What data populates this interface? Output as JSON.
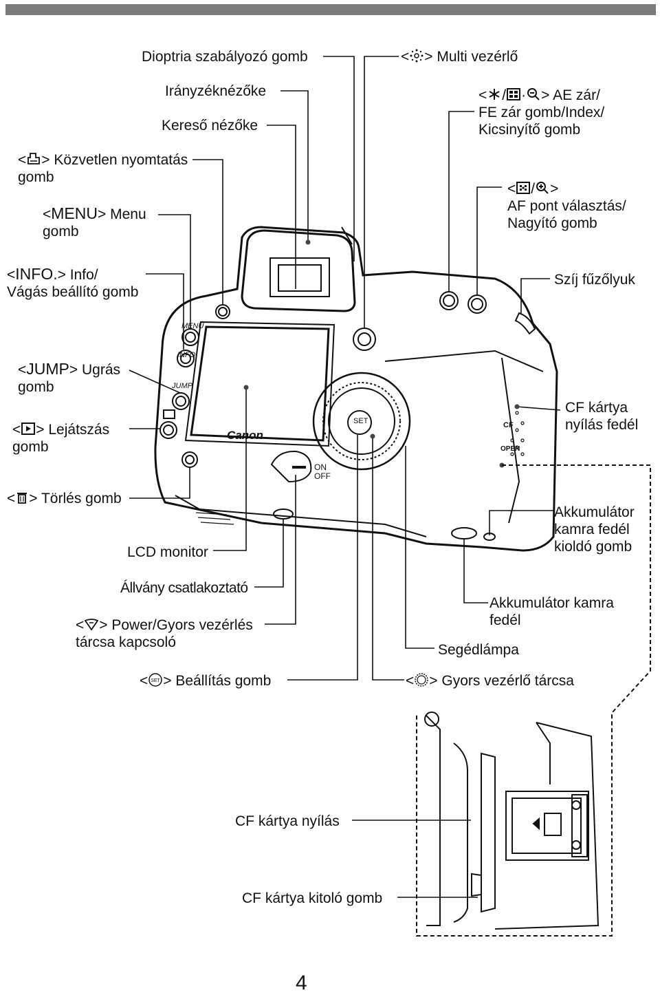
{
  "labels": {
    "dioptria": "Dioptria szabályozó gomb",
    "multi": "Multi vezérlő",
    "iranyzek": "Irányzéknézőke",
    "ae_l1": "AE zár/",
    "ae_l2": "FE zár gomb/Index/",
    "ae_l3": "Kicsinyítő gomb",
    "kereso": "Kereső nézőke",
    "kozvetlen_l1": "Közvetlen nyomtatás",
    "kozvetlen_l2": "gomb",
    "af_l2": "AF pont választás/",
    "af_l3": "Nagyító gomb",
    "menu_word": "MENU",
    "menu_l1": "Menu",
    "menu_l2": "gomb",
    "info_word": "INFO.",
    "info_l1": "Info/",
    "info_l2": "Vágás beállító gomb",
    "szij": "Szíj fűzőlyuk",
    "jump_word": "JUMP",
    "jump_l1": "Ugrás",
    "jump_l2": "gomb",
    "lejatszas_l1": "Lejátszás",
    "lejatszas_l2": "gomb",
    "cf_fedel_l1": "CF kártya",
    "cf_fedel_l2": "nyílás fedél",
    "torles": "Törlés gomb",
    "akku_kiold_l1": "Akkumulátor",
    "akku_kiold_l2": "kamra fedél",
    "akku_kiold_l3": "kioldó gomb",
    "lcd": "LCD monitor",
    "allvany": "Állvány csatlakoztató",
    "akku_fedel_l1": "Akkumulátor kamra",
    "akku_fedel_l2": "fedél",
    "power_l1": "Power/Gyors vezérlés",
    "power_l2": "tárcsa kapcsoló",
    "segedlampa": "Segédlámpa",
    "beallitas": "Beállítás gomb",
    "gyors": "Gyors vezérlő tárcsa",
    "cf_nyilas": "CF kártya nyílás",
    "cf_kitolo": "CF kártya kitoló gomb"
  },
  "camera_marks": {
    "brand": "Canon",
    "menu": "MENU",
    "info": "INFO.",
    "jump": "JUMP",
    "set": "SET",
    "on": "ON",
    "off": "OFF",
    "cf": "CF",
    "open": "OPEN"
  },
  "page_number": "4"
}
